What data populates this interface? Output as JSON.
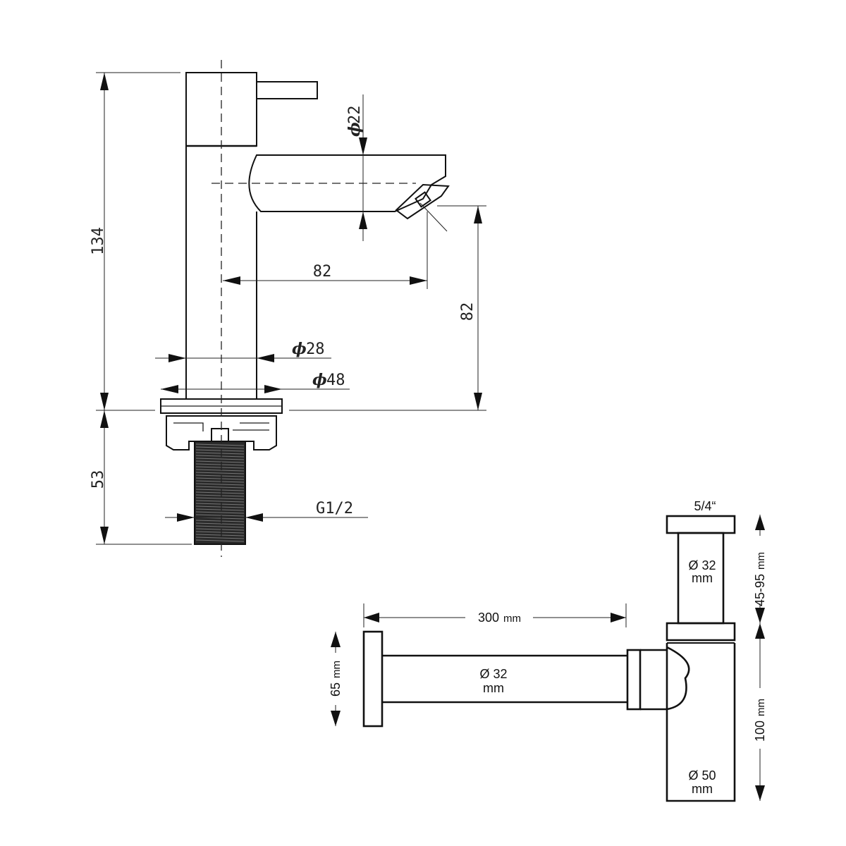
{
  "faucet": {
    "height_upper": "134",
    "height_lower": "53",
    "spout_reach": "82",
    "spout_height": "82",
    "spout_diameter": "22",
    "body_diameter": "28",
    "base_diameter": "48",
    "thread": "G1/2",
    "phi_symbol": "ϕ"
  },
  "siphon": {
    "connector": "5/4“",
    "tube_diameter_top": "Ø 32",
    "tube_diameter_top_unit": "mm",
    "adjust_range": "45-95",
    "adjust_range_unit": "mm",
    "arm_length": "300",
    "arm_length_unit": "mm",
    "wall_flange": "65",
    "wall_flange_unit": "mm",
    "arm_diameter": "Ø 32",
    "arm_diameter_unit": "mm",
    "body_height": "100",
    "body_height_unit": "mm",
    "body_diameter": "Ø 50",
    "body_diameter_unit": "mm"
  }
}
